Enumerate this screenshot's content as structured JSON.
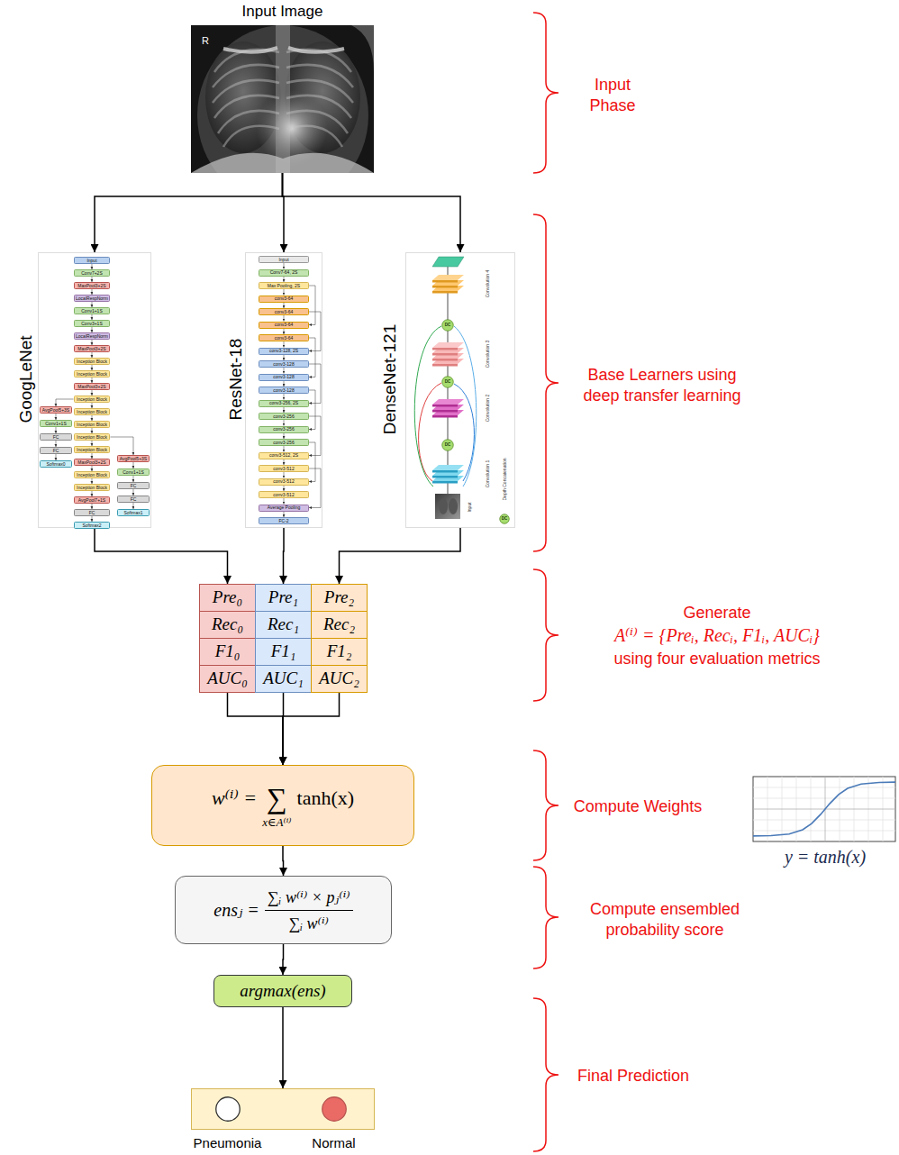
{
  "diagram": {
    "nodes": [
      {
        "text": [
          "Input Image"
        ]
      },
      {
        "text": [
          "GoogLeNet"
        ]
      },
      {
        "text": [
          "Input"
        ],
        "in": 1
      },
      {
        "text": [
          "Conv7+2S"
        ],
        "in": 1
      },
      {
        "text": [
          "MaxPool3+2S"
        ],
        "in": 1
      },
      {
        "text": [
          "LocalRespNorm"
        ],
        "in": 1
      },
      {
        "text": [
          "Conv1+1S"
        ],
        "in": 1
      },
      {
        "text": [
          "Conv3+1S"
        ],
        "in": 1
      },
      {
        "text": [
          "LocalRespNorm"
        ],
        "in": 1
      },
      {
        "text": [
          "MaxPool3+2S"
        ],
        "in": 1
      },
      {
        "text": [
          "Inception Block"
        ],
        "in": 1
      },
      {
        "text": [
          "Inception Block"
        ],
        "in": 1
      },
      {
        "text": [
          "MaxPool3+2S"
        ],
        "in": 1
      },
      {
        "text": [
          "Inception Block"
        ],
        "in": 1
      },
      {
        "text": [
          "Inception Block"
        ],
        "in": 1
      },
      {
        "text": [
          "Inception Block"
        ],
        "in": 1
      },
      {
        "text": [
          "Inception Block"
        ],
        "in": 1
      },
      {
        "text": [
          "Inception Block"
        ],
        "in": 1
      },
      {
        "text": [
          "MaxPool3+2S"
        ],
        "in": 1
      },
      {
        "text": [
          "Inception Block"
        ],
        "in": 1
      },
      {
        "text": [
          "Inception Block"
        ],
        "in": 1
      },
      {
        "text": [
          "AvgPool7+1S"
        ],
        "in": 1
      },
      {
        "text": [
          "FC"
        ],
        "in": 1
      },
      {
        "text": [
          "Softmax2"
        ],
        "in": 1
      },
      {
        "text": [
          "AvgPool5+3S"
        ],
        "in": 1
      },
      {
        "text": [
          "Conv1+1S"
        ],
        "in": 1
      },
      {
        "text": [
          "FC"
        ],
        "in": 1
      },
      {
        "text": [
          "FC"
        ],
        "in": 1
      },
      {
        "text": [
          "Softmax0"
        ],
        "in": 1
      },
      {
        "text": [
          "AvgPool5+3S"
        ],
        "in": 1
      },
      {
        "text": [
          "Conv1+1S"
        ],
        "in": 1
      },
      {
        "text": [
          "FC"
        ],
        "in": 1
      },
      {
        "text": [
          "FC"
        ],
        "in": 1
      },
      {
        "text": [
          "Softmax1"
        ],
        "in": 1
      },
      {
        "text": [
          "ResNet-18"
        ]
      },
      {
        "text": [
          "Input"
        ],
        "in": 34
      },
      {
        "text": [
          "Conv7-64, 2S"
        ],
        "in": 34
      },
      {
        "text": [
          "Max Pooling, 2S"
        ],
        "in": 34
      },
      {
        "text": [
          "conv3-64"
        ],
        "in": 34
      },
      {
        "text": [
          "conv3-64"
        ],
        "in": 34
      },
      {
        "text": [
          "conv3-64"
        ],
        "in": 34
      },
      {
        "text": [
          "conv3-64"
        ],
        "in": 34
      },
      {
        "text": [
          "conv3-128, 2S"
        ],
        "in": 34
      },
      {
        "text": [
          "conv3-128"
        ],
        "in": 34
      },
      {
        "text": [
          "conv3-128"
        ],
        "in": 34
      },
      {
        "text": [
          "conv3-128"
        ],
        "in": 34
      },
      {
        "text": [
          "conv3-256, 2S"
        ],
        "in": 34
      },
      {
        "text": [
          "conv3-256"
        ],
        "in": 34
      },
      {
        "text": [
          "conv3-256"
        ],
        "in": 34
      },
      {
        "text": [
          "conv3-256"
        ],
        "in": 34
      },
      {
        "text": [
          "conv3-512, 2S"
        ],
        "in": 34
      },
      {
        "text": [
          "conv3-512"
        ],
        "in": 34
      },
      {
        "text": [
          "conv3-512"
        ],
        "in": 34
      },
      {
        "text": [
          "conv3-512"
        ],
        "in": 34
      },
      {
        "text": [
          "Average Pooling"
        ],
        "in": 34
      },
      {
        "text": [
          "FC-2"
        ],
        "in": 34
      },
      {
        "text": [
          "DenseNet-121"
        ]
      },
      {
        "text": [
          "DC"
        ],
        "in": 56
      },
      {
        "text": [
          "DC"
        ],
        "in": 56
      },
      {
        "text": [
          "DC"
        ],
        "in": 56
      },
      {
        "text": [
          "DC"
        ],
        "in": 56
      },
      {
        "text": [
          "Pre₀"
        ]
      },
      {
        "text": [
          "Pre₁"
        ]
      },
      {
        "text": [
          "Pre₂"
        ]
      },
      {
        "text": [
          "Rec₀"
        ]
      },
      {
        "text": [
          "Rec₁"
        ]
      },
      {
        "text": [
          "Rec₂"
        ]
      },
      {
        "text": [
          "F1₀"
        ]
      },
      {
        "text": [
          "F1₁"
        ]
      },
      {
        "text": [
          "F1₂"
        ]
      },
      {
        "text": [
          "AUC₀"
        ]
      },
      {
        "text": [
          "AUC₁"
        ]
      },
      {
        "text": [
          "AUC₂"
        ]
      },
      {
        "text": [
          "w⁽ⁱ⁾ =",
          "∑",
          "x∈A⁽ⁱ⁾",
          "tanh(x)"
        ]
      },
      {
        "text": [
          "ensⱼ =",
          "∑ᵢ w⁽ⁱ⁾ × pⱼ⁽ⁱ⁾",
          "∑ᵢ w⁽ⁱ⁾"
        ]
      },
      {
        "text": [
          "argmax(ens)"
        ]
      },
      {
        "text": []
      },
      {
        "text": [
          "Pneumonia"
        ],
        "in": 76
      },
      {
        "text": [
          "Normal"
        ],
        "in": 76
      }
    ],
    "edges": [
      {
        "from": 0,
        "to": 1,
        "arrow": "to"
      },
      {
        "from": 0,
        "to": 34,
        "arrow": "to"
      },
      {
        "from": 0,
        "to": 56,
        "arrow": "to"
      },
      {
        "from": 2,
        "to": 3,
        "arrow": "to"
      },
      {
        "from": 3,
        "to": 4,
        "arrow": "to"
      },
      {
        "from": 4,
        "to": 5,
        "arrow": "to"
      },
      {
        "from": 5,
        "to": 6,
        "arrow": "to"
      },
      {
        "from": 6,
        "to": 7,
        "arrow": "to"
      },
      {
        "from": 7,
        "to": 8,
        "arrow": "to"
      },
      {
        "from": 8,
        "to": 9,
        "arrow": "to"
      },
      {
        "from": 9,
        "to": 10,
        "arrow": "to"
      },
      {
        "from": 10,
        "to": 11,
        "arrow": "to"
      },
      {
        "from": 11,
        "to": 12,
        "arrow": "to"
      },
      {
        "from": 12,
        "to": 13,
        "arrow": "to"
      },
      {
        "from": 13,
        "to": 14,
        "arrow": "to"
      },
      {
        "from": 14,
        "to": 15,
        "arrow": "to"
      },
      {
        "from": 15,
        "to": 16,
        "arrow": "to"
      },
      {
        "from": 16,
        "to": 17,
        "arrow": "to"
      },
      {
        "from": 17,
        "to": 18,
        "arrow": "to"
      },
      {
        "from": 18,
        "to": 19,
        "arrow": "to"
      },
      {
        "from": 19,
        "to": 20,
        "arrow": "to"
      },
      {
        "from": 20,
        "to": 21,
        "arrow": "to"
      },
      {
        "from": 21,
        "to": 22,
        "arrow": "to"
      },
      {
        "from": 22,
        "to": 23,
        "arrow": "to"
      },
      {
        "from": 13,
        "to": 24,
        "arrow": "to"
      },
      {
        "from": 24,
        "to": 25,
        "arrow": "to"
      },
      {
        "from": 25,
        "to": 26,
        "arrow": "to"
      },
      {
        "from": 26,
        "to": 27,
        "arrow": "to"
      },
      {
        "from": 27,
        "to": 28,
        "arrow": "to"
      },
      {
        "from": 16,
        "to": 29,
        "arrow": "to"
      },
      {
        "from": 29,
        "to": 30,
        "arrow": "to"
      },
      {
        "from": 30,
        "to": 31,
        "arrow": "to"
      },
      {
        "from": 31,
        "to": 32,
        "arrow": "to"
      },
      {
        "from": 32,
        "to": 33,
        "arrow": "to"
      },
      {
        "from": 35,
        "to": 36,
        "arrow": "to"
      },
      {
        "from": 36,
        "to": 37,
        "arrow": "to"
      },
      {
        "from": 37,
        "to": 38,
        "arrow": "to"
      },
      {
        "from": 38,
        "to": 39,
        "arrow": "to"
      },
      {
        "from": 39,
        "to": 40,
        "arrow": "to"
      },
      {
        "from": 40,
        "to": 41,
        "arrow": "to"
      },
      {
        "from": 41,
        "to": 42,
        "arrow": "to"
      },
      {
        "from": 42,
        "to": 43,
        "arrow": "to"
      },
      {
        "from": 43,
        "to": 44,
        "arrow": "to"
      },
      {
        "from": 44,
        "to": 45,
        "arrow": "to"
      },
      {
        "from": 45,
        "to": 46,
        "arrow": "to"
      },
      {
        "from": 46,
        "to": 47,
        "arrow": "to"
      },
      {
        "from": 47,
        "to": 48,
        "arrow": "to"
      },
      {
        "from": 48,
        "to": 49,
        "arrow": "to"
      },
      {
        "from": 49,
        "to": 50,
        "arrow": "to"
      },
      {
        "from": 50,
        "to": 51,
        "arrow": "to"
      },
      {
        "from": 51,
        "to": 52,
        "arrow": "to"
      },
      {
        "from": 52,
        "to": 53,
        "arrow": "to"
      },
      {
        "from": 53,
        "to": 54,
        "arrow": "to"
      },
      {
        "from": 54,
        "to": 55,
        "arrow": "to"
      },
      {
        "from": 37,
        "to": 40,
        "arrow": "to"
      },
      {
        "from": 39,
        "to": 42,
        "arrow": "to"
      },
      {
        "from": 41,
        "to": 44,
        "arrow": "to"
      },
      {
        "from": 43,
        "to": 46,
        "arrow": "to"
      },
      {
        "from": 45,
        "to": 48,
        "arrow": "to"
      },
      {
        "from": 47,
        "to": 50,
        "arrow": "to"
      },
      {
        "from": 49,
        "to": 52,
        "arrow": "to"
      },
      {
        "from": 51,
        "to": 54,
        "arrow": "to"
      },
      {
        "from": 1,
        "to": 61,
        "arrow": "to"
      },
      {
        "from": 34,
        "to": 62,
        "arrow": "to"
      },
      {
        "from": 56,
        "to": 63,
        "arrow": "to"
      },
      {
        "from": 70,
        "to": 73,
        "arrow": "to"
      },
      {
        "from": 71,
        "to": 73,
        "arrow": "to"
      },
      {
        "from": 72,
        "to": 73,
        "arrow": "to"
      },
      {
        "from": 73,
        "to": 74,
        "arrow": "to"
      },
      {
        "from": 74,
        "to": 75,
        "arrow": "to"
      },
      {
        "from": 75,
        "to": 76,
        "arrow": "to"
      }
    ],
    "labels": [
      "R",
      "Convolution 4",
      "Convolution 3",
      "Convolution 2",
      "Convolution 1",
      "Input",
      "Depth Concatenation",
      "Input Phase",
      "Base Learners using deep transfer learning",
      "Generate",
      "A⁽ⁱ⁾ = {Preᵢ, Recᵢ, F1ᵢ, AUCᵢ}",
      "using four evaluation metrics",
      "Compute Weights",
      "Compute ensembled probability score",
      "y = tanh(x)",
      "Final Prediction"
    ]
  }
}
